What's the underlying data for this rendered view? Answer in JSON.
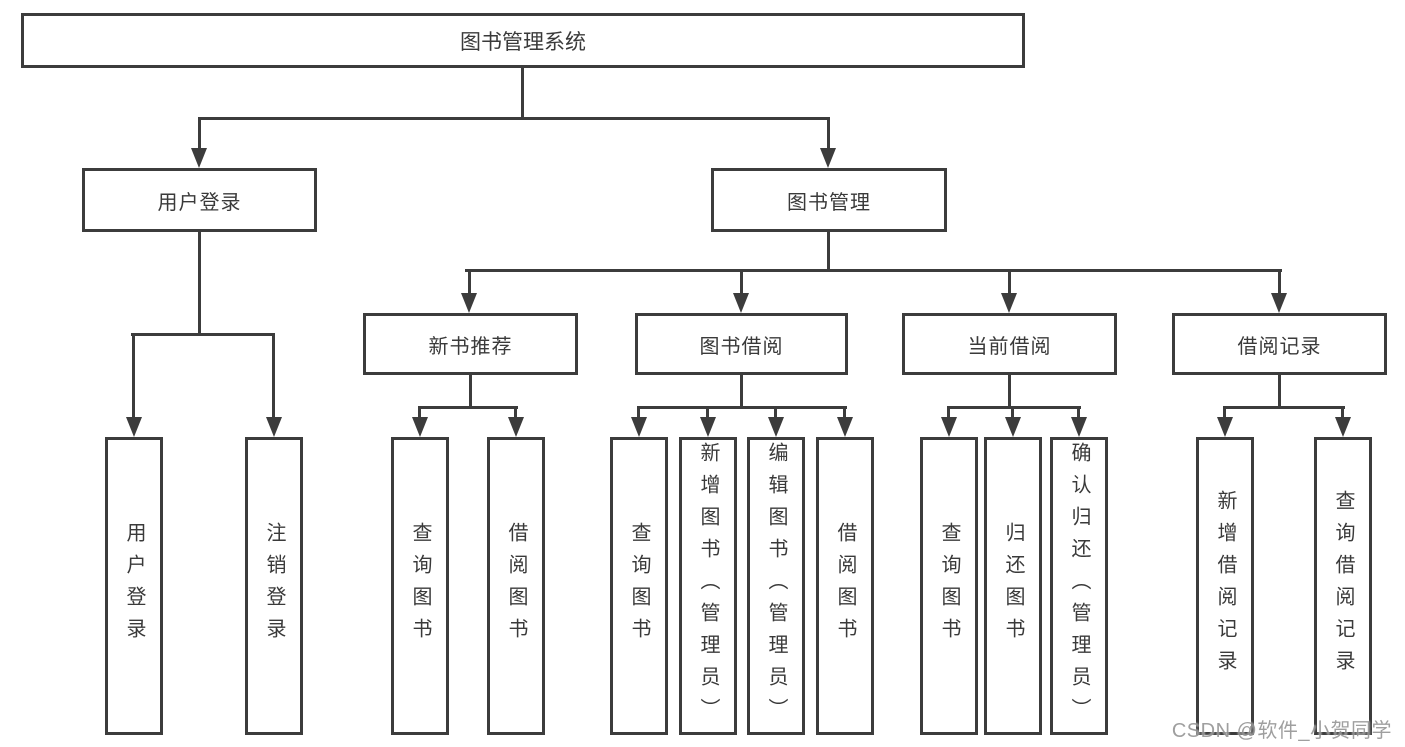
{
  "diagram": {
    "root": "图书管理系统",
    "branches": {
      "user_login": {
        "label": "用户登录",
        "children": {
          "login": "用户登录",
          "logout": "注销登录"
        }
      },
      "book_mgmt": {
        "label": "图书管理",
        "sections": {
          "new_book": {
            "label": "新书推荐",
            "children": {
              "query": "查询图书",
              "borrow": "借阅图书"
            }
          },
          "borrowing": {
            "label": "图书借阅",
            "children": {
              "query": "查询图书",
              "add": "新增图书（管理员）",
              "edit": "编辑图书（管理员）",
              "borrow": "借阅图书"
            }
          },
          "current": {
            "label": "当前借阅",
            "children": {
              "query": "查询图书",
              "return": "归还图书",
              "confirm": "确认归还（管理员）"
            }
          },
          "records": {
            "label": "借阅记录",
            "children": {
              "add": "新增借阅记录",
              "query": "查询借阅记录"
            }
          }
        }
      }
    }
  },
  "watermark": "CSDN @软件_小贺同学"
}
